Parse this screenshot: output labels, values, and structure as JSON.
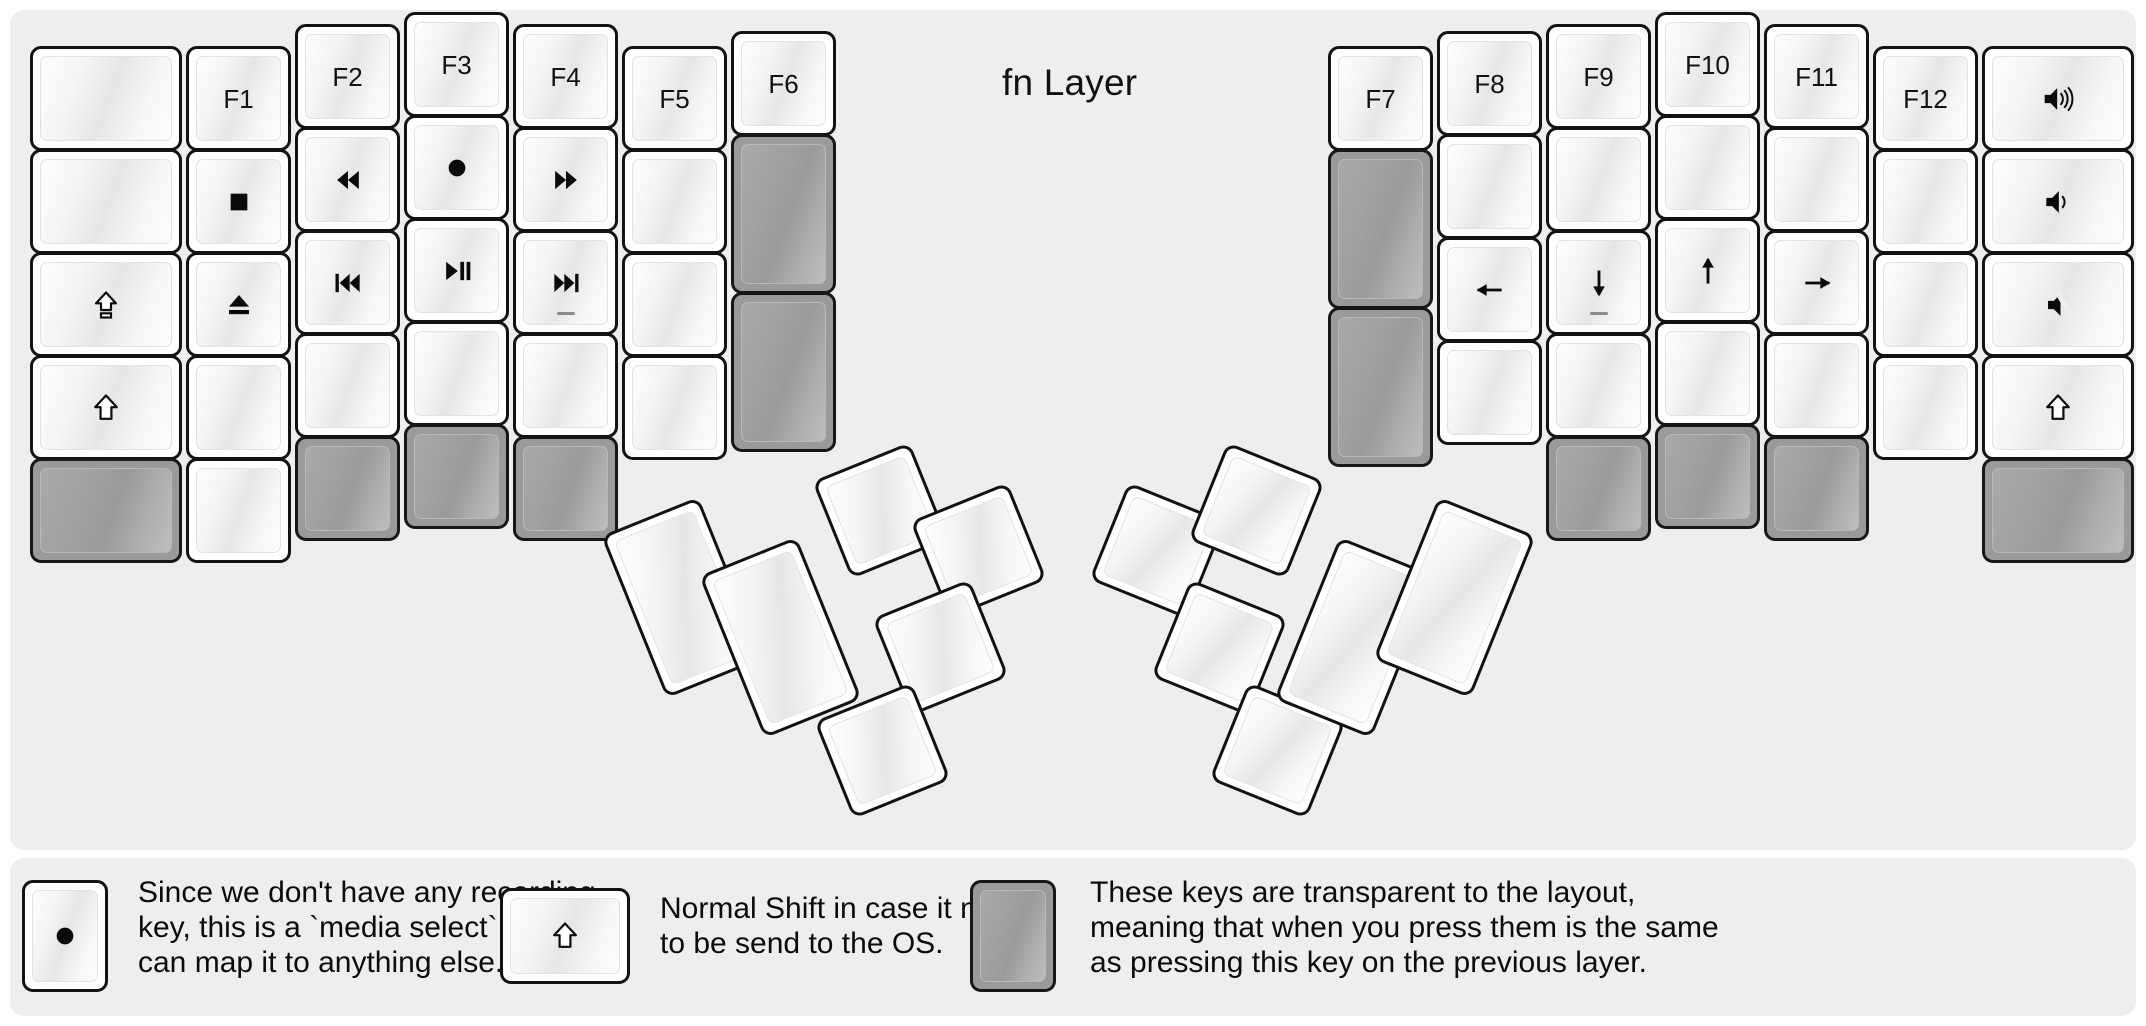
{
  "title": "fn Layer",
  "colors": {
    "panel_bg": "#eeeeee",
    "page_bg": "#ffffff",
    "key_face": "#ffffff",
    "key_border": "#121212",
    "transparent_key": "#9a9a9a",
    "text": "#111111"
  },
  "keyboard": {
    "name": "split ergonomic keyboard fn layer map",
    "left_half": {
      "columns": [
        {
          "name": "outer-column",
          "keys": [
            {
              "id": "L-c1-r1",
              "label": "",
              "icon": "",
              "state": "blank"
            },
            {
              "id": "L-c1-r2",
              "label": "",
              "icon": "",
              "state": "blank"
            },
            {
              "id": "L-c1-r3",
              "label": "",
              "icon": "caps-lock-icon",
              "state": "normal"
            },
            {
              "id": "L-c1-r4",
              "label": "",
              "icon": "shift-up-arrow-icon",
              "state": "normal"
            },
            {
              "id": "L-c1-r5",
              "label": "",
              "icon": "",
              "state": "transparent"
            }
          ]
        },
        {
          "name": "f1-column",
          "keys": [
            {
              "id": "L-c2-r1",
              "label": "F1",
              "icon": "",
              "state": "normal"
            },
            {
              "id": "L-c2-r2",
              "label": "",
              "icon": "media-stop-icon",
              "state": "normal"
            },
            {
              "id": "L-c2-r3",
              "label": "",
              "icon": "media-eject-icon",
              "state": "normal"
            },
            {
              "id": "L-c2-r4",
              "label": "",
              "icon": "",
              "state": "blank"
            },
            {
              "id": "L-c2-r5",
              "label": "",
              "icon": "",
              "state": "blank"
            }
          ]
        },
        {
          "name": "f2-column",
          "keys": [
            {
              "id": "L-c3-r1",
              "label": "F2",
              "icon": "",
              "state": "normal"
            },
            {
              "id": "L-c3-r2",
              "label": "",
              "icon": "media-rewind-icon",
              "state": "normal"
            },
            {
              "id": "L-c3-r3",
              "label": "",
              "icon": "media-previous-track-icon",
              "state": "normal"
            },
            {
              "id": "L-c3-r4",
              "label": "",
              "icon": "",
              "state": "blank"
            },
            {
              "id": "L-c3-r5",
              "label": "",
              "icon": "",
              "state": "transparent"
            }
          ]
        },
        {
          "name": "f3-column",
          "keys": [
            {
              "id": "L-c4-r1",
              "label": "F3",
              "icon": "",
              "state": "normal"
            },
            {
              "id": "L-c4-r2",
              "label": "",
              "icon": "media-record-icon",
              "state": "normal"
            },
            {
              "id": "L-c4-r3",
              "label": "",
              "icon": "media-play-pause-icon",
              "state": "normal"
            },
            {
              "id": "L-c4-r4",
              "label": "",
              "icon": "",
              "state": "blank"
            },
            {
              "id": "L-c4-r5",
              "label": "",
              "icon": "",
              "state": "transparent"
            }
          ]
        },
        {
          "name": "f4-column",
          "keys": [
            {
              "id": "L-c5-r1",
              "label": "F4",
              "icon": "",
              "state": "normal"
            },
            {
              "id": "L-c5-r2",
              "label": "",
              "icon": "media-fast-forward-icon",
              "state": "normal"
            },
            {
              "id": "L-c5-r3",
              "label": "",
              "icon": "media-next-track-icon",
              "state": "normal"
            },
            {
              "id": "L-c5-r4",
              "label": "",
              "icon": "",
              "state": "blank"
            },
            {
              "id": "L-c5-r5",
              "label": "",
              "icon": "",
              "state": "transparent"
            }
          ]
        },
        {
          "name": "f5-column",
          "keys": [
            {
              "id": "L-c6-r1",
              "label": "F5",
              "icon": "",
              "state": "normal"
            },
            {
              "id": "L-c6-r2",
              "label": "",
              "icon": "",
              "state": "blank"
            },
            {
              "id": "L-c6-r3",
              "label": "",
              "icon": "",
              "state": "blank"
            },
            {
              "id": "L-c6-r4",
              "label": "",
              "icon": "",
              "state": "blank"
            }
          ]
        },
        {
          "name": "f6-column",
          "keys": [
            {
              "id": "L-c7-r1",
              "label": "F6",
              "icon": "",
              "state": "normal"
            },
            {
              "id": "L-c7-r2",
              "label": "",
              "icon": "",
              "state": "transparent"
            },
            {
              "id": "L-c7-r3",
              "label": "",
              "icon": "",
              "state": "transparent"
            }
          ]
        }
      ],
      "thumb_cluster": {
        "name": "left-thumb-cluster",
        "keys": [
          {
            "id": "L-t1",
            "label": "",
            "icon": "",
            "state": "blank"
          },
          {
            "id": "L-t2",
            "label": "",
            "icon": "",
            "state": "blank"
          },
          {
            "id": "L-t3",
            "label": "",
            "icon": "",
            "state": "blank"
          },
          {
            "id": "L-t4",
            "label": "",
            "icon": "",
            "state": "blank"
          },
          {
            "id": "L-t5",
            "label": "",
            "icon": "",
            "state": "blank"
          },
          {
            "id": "L-t6",
            "label": "",
            "icon": "",
            "state": "blank"
          }
        ]
      }
    },
    "right_half": {
      "columns": [
        {
          "name": "f7-column",
          "keys": [
            {
              "id": "R-c1-r1",
              "label": "F7",
              "icon": "",
              "state": "normal"
            },
            {
              "id": "R-c1-r2",
              "label": "",
              "icon": "",
              "state": "transparent"
            },
            {
              "id": "R-c1-r3",
              "label": "",
              "icon": "",
              "state": "transparent"
            }
          ]
        },
        {
          "name": "f8-column",
          "keys": [
            {
              "id": "R-c2-r1",
              "label": "F8",
              "icon": "",
              "state": "normal"
            },
            {
              "id": "R-c2-r2",
              "label": "",
              "icon": "",
              "state": "blank"
            },
            {
              "id": "R-c2-r3",
              "label": "",
              "icon": "arrow-left-icon",
              "state": "normal"
            },
            {
              "id": "R-c2-r4",
              "label": "",
              "icon": "",
              "state": "blank"
            }
          ]
        },
        {
          "name": "f9-column",
          "keys": [
            {
              "id": "R-c3-r1",
              "label": "F9",
              "icon": "",
              "state": "normal"
            },
            {
              "id": "R-c3-r2",
              "label": "",
              "icon": "",
              "state": "blank"
            },
            {
              "id": "R-c3-r3",
              "label": "",
              "icon": "arrow-down-icon",
              "state": "normal"
            },
            {
              "id": "R-c3-r4",
              "label": "",
              "icon": "",
              "state": "blank"
            },
            {
              "id": "R-c3-r5",
              "label": "",
              "icon": "",
              "state": "transparent"
            }
          ]
        },
        {
          "name": "f10-column",
          "keys": [
            {
              "id": "R-c4-r1",
              "label": "F10",
              "icon": "",
              "state": "normal"
            },
            {
              "id": "R-c4-r2",
              "label": "",
              "icon": "",
              "state": "blank"
            },
            {
              "id": "R-c4-r3",
              "label": "",
              "icon": "arrow-up-icon",
              "state": "normal"
            },
            {
              "id": "R-c4-r4",
              "label": "",
              "icon": "",
              "state": "blank"
            },
            {
              "id": "R-c4-r5",
              "label": "",
              "icon": "",
              "state": "transparent"
            }
          ]
        },
        {
          "name": "f11-column",
          "keys": [
            {
              "id": "R-c5-r1",
              "label": "F11",
              "icon": "",
              "state": "normal"
            },
            {
              "id": "R-c5-r2",
              "label": "",
              "icon": "",
              "state": "blank"
            },
            {
              "id": "R-c5-r3",
              "label": "",
              "icon": "arrow-right-icon",
              "state": "normal"
            },
            {
              "id": "R-c5-r4",
              "label": "",
              "icon": "",
              "state": "blank"
            },
            {
              "id": "R-c5-r5",
              "label": "",
              "icon": "",
              "state": "transparent"
            }
          ]
        },
        {
          "name": "f12-column",
          "keys": [
            {
              "id": "R-c6-r1",
              "label": "F12",
              "icon": "",
              "state": "normal"
            },
            {
              "id": "R-c6-r2",
              "label": "",
              "icon": "",
              "state": "blank"
            },
            {
              "id": "R-c6-r3",
              "label": "",
              "icon": "",
              "state": "blank"
            },
            {
              "id": "R-c6-r4",
              "label": "",
              "icon": "",
              "state": "blank"
            }
          ]
        },
        {
          "name": "outer-column",
          "keys": [
            {
              "id": "R-c7-r1",
              "label": "",
              "icon": "volume-up-icon",
              "state": "normal"
            },
            {
              "id": "R-c7-r2",
              "label": "",
              "icon": "volume-down-icon",
              "state": "normal"
            },
            {
              "id": "R-c7-r3",
              "label": "",
              "icon": "volume-mute-icon",
              "state": "normal"
            },
            {
              "id": "R-c7-r4",
              "label": "",
              "icon": "shift-up-arrow-icon",
              "state": "normal"
            },
            {
              "id": "R-c7-r5",
              "label": "",
              "icon": "",
              "state": "transparent"
            }
          ]
        }
      ],
      "thumb_cluster": {
        "name": "right-thumb-cluster",
        "keys": [
          {
            "id": "R-t1",
            "label": "",
            "icon": "",
            "state": "blank"
          },
          {
            "id": "R-t2",
            "label": "",
            "icon": "",
            "state": "blank"
          },
          {
            "id": "R-t3",
            "label": "",
            "icon": "",
            "state": "blank"
          },
          {
            "id": "R-t4",
            "label": "",
            "icon": "",
            "state": "blank"
          },
          {
            "id": "R-t5",
            "label": "",
            "icon": "",
            "state": "blank"
          },
          {
            "id": "R-t6",
            "label": "",
            "icon": "",
            "state": "blank"
          }
        ]
      }
    }
  },
  "legend": [
    {
      "id": "legend-record",
      "key_icon": "media-record-icon",
      "key_state": "normal",
      "text": "Since we don't have any recording\nkey, this is a `media select` so user\ncan map it to anything else."
    },
    {
      "id": "legend-shift",
      "key_icon": "shift-up-arrow-icon",
      "key_state": "normal",
      "text": "Normal Shift in case it needs\nto be send to the OS."
    },
    {
      "id": "legend-transparent",
      "key_icon": "",
      "key_state": "transparent",
      "text": "These keys are transparent to the layout,\nmeaning that when you press them is the same\nas pressing this key on the previous layer."
    }
  ]
}
